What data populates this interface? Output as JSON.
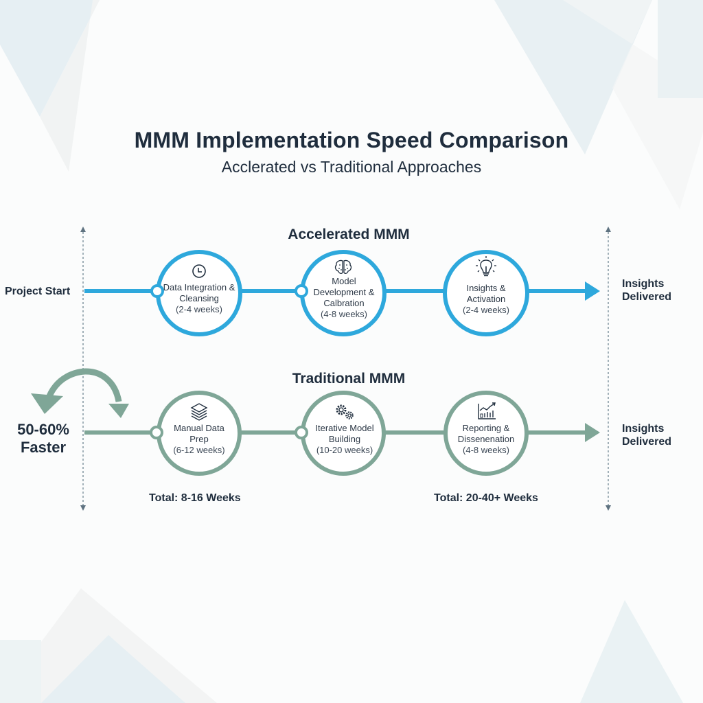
{
  "header": {
    "title": "MMM Implementation Speed Comparison",
    "subtitle": "Acclerated vs Traditional Approaches"
  },
  "colors": {
    "accelerated": "#2ea8dc",
    "traditional": "#7fa697",
    "text": "#1f2d3d",
    "axis": "#6b8090"
  },
  "labels": {
    "project_start": "Project Start",
    "speedup_line1": "50-60%",
    "speedup_line2": "Faster"
  },
  "accelerated": {
    "title": "Accelerated MMM",
    "end_label_line1": "Insights",
    "end_label_line2": "Delivered",
    "total": "Total: 8-16 Weeks",
    "stages": [
      {
        "icon": "clock-icon",
        "name": "Data Integration & Cleansing",
        "duration": "(2-4 weeks)"
      },
      {
        "icon": "brain-icon",
        "name": "Model Development & Calbration",
        "duration": "(4-8 weeks)"
      },
      {
        "icon": "lightbulb-icon",
        "name": "Insights & Activation",
        "duration": "(2-4 weeks)"
      }
    ]
  },
  "traditional": {
    "title": "Traditional MMM",
    "end_label_line1": "Insights",
    "end_label_line2": "Delivered",
    "total": "Total: 20-40+ Weeks",
    "stages": [
      {
        "icon": "layers-icon",
        "name": "Manual Data Prep",
        "duration": "(6-12 weeks)"
      },
      {
        "icon": "gears-icon",
        "name": "Iterative Model Building",
        "duration": "(10-20 weeks)"
      },
      {
        "icon": "bar-chart-trend-icon",
        "name": "Reporting & Dissenenation",
        "duration": "(4-8 weeks)"
      }
    ]
  }
}
